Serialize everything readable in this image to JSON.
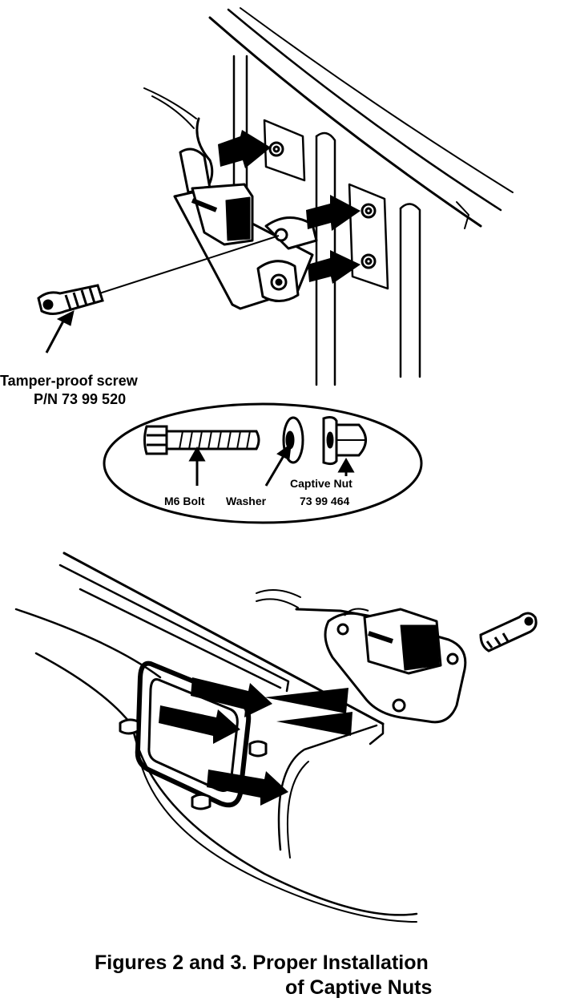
{
  "figure2": {
    "screw_label": "Tamper-proof screw",
    "screw_part_number": "P/N 73 99 520"
  },
  "inset": {
    "bolt_label": "M6 Bolt",
    "washer_label": "Washer",
    "nut_label": "Captive Nut",
    "nut_part_number": "73 99 464"
  },
  "caption": {
    "line1": "Figures 2 and  3.  Proper Installation",
    "line2": "of Captive Nuts"
  }
}
